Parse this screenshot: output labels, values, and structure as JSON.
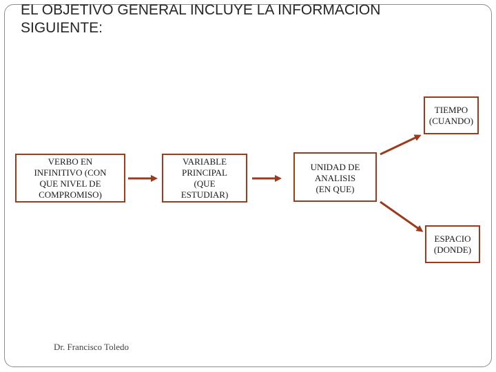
{
  "slide": {
    "title": "EL OBJETIVO GENERAL INCLUYE LA INFORMACION\nSIGUIENTE:",
    "footer": "Dr. Francisco Toledo"
  },
  "diagram": {
    "boxes": {
      "verbo": "VERBO EN\nINFINITIVO (CON\nQUE NIVEL DE\nCOMPROMISO)",
      "variable": "VARIABLE\nPRINCIPAL\n(QUE\nESTUDIAR)",
      "unidad": "UNIDAD DE\nANALISIS\n(EN QUE)",
      "tiempo": "TIEMPO\n(CUANDO)",
      "espacio": "ESPACIO\n(DONDE)"
    },
    "colors": {
      "border": "#9c3b1c",
      "arrow": "#9c3b1c"
    }
  }
}
